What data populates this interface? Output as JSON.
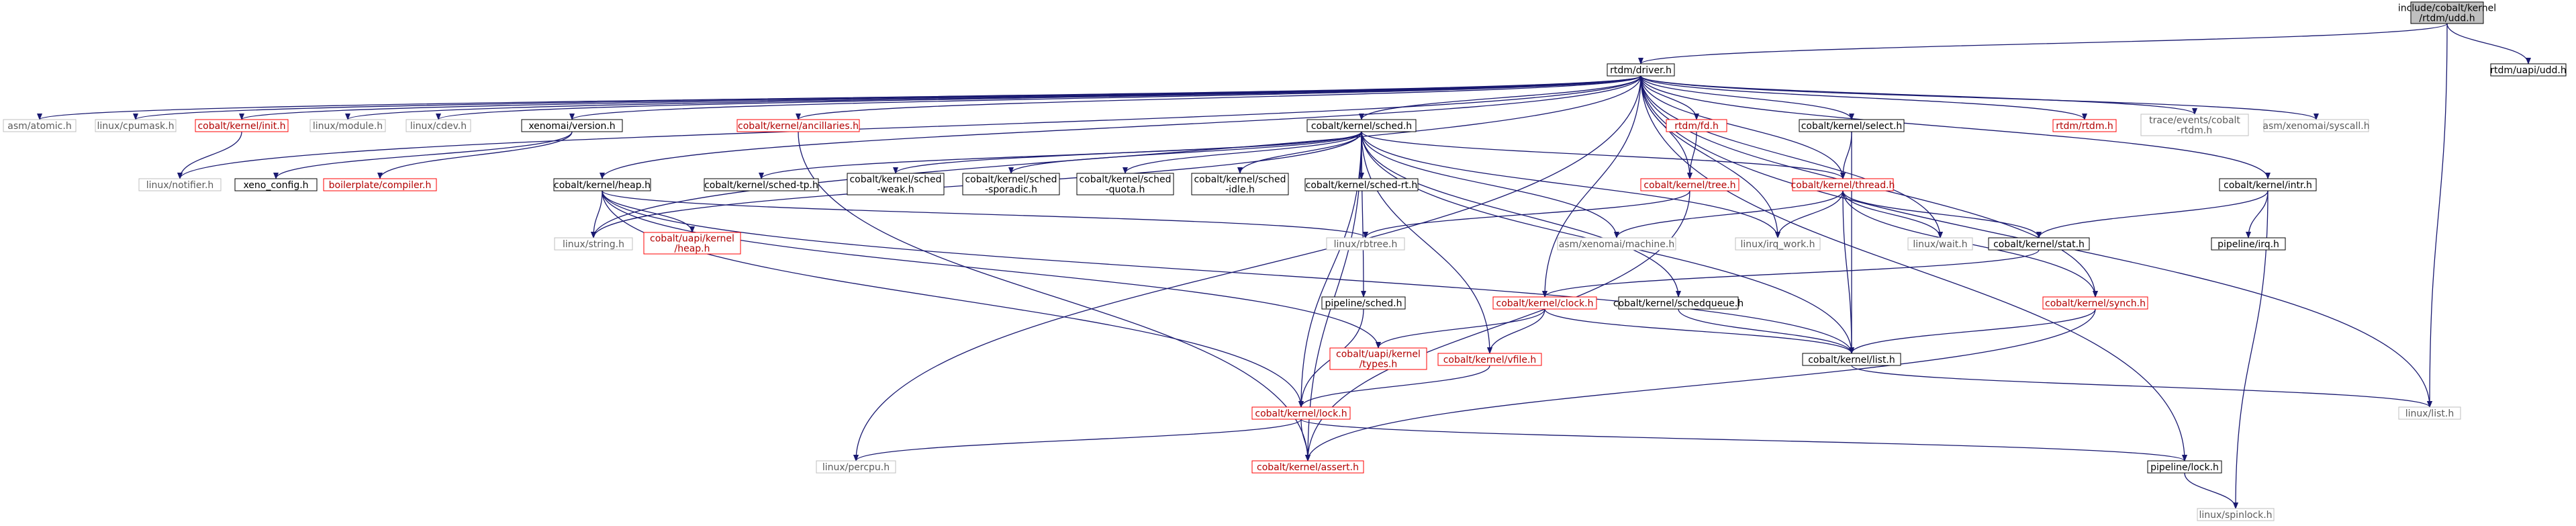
{
  "graph": {
    "root": "include/cobalt/kernel/rtdm/udd.h",
    "colors": {
      "edge": "#191970",
      "root_fill": "#bfbfbf",
      "node_border": "#000000",
      "missing_border": "#bfbfbf",
      "truncated_border": "#ff0000"
    },
    "nodes": [
      {
        "id": "udd",
        "lines": [
          "include/cobalt/kernel",
          "/rtdm/udd.h"
        ],
        "style": "root"
      },
      {
        "id": "driver",
        "lines": [
          "rtdm/driver.h"
        ],
        "style": "normal"
      },
      {
        "id": "uapi_udd",
        "lines": [
          "rtdm/uapi/udd.h"
        ],
        "style": "normal"
      },
      {
        "id": "asm_atomic",
        "lines": [
          "asm/atomic.h"
        ],
        "style": "missing"
      },
      {
        "id": "cpumask",
        "lines": [
          "linux/cpumask.h"
        ],
        "style": "missing"
      },
      {
        "id": "init",
        "lines": [
          "cobalt/kernel/init.h"
        ],
        "style": "truncated"
      },
      {
        "id": "module",
        "lines": [
          "linux/module.h"
        ],
        "style": "missing"
      },
      {
        "id": "cdev",
        "lines": [
          "linux/cdev.h"
        ],
        "style": "missing"
      },
      {
        "id": "version",
        "lines": [
          "xenomai/version.h"
        ],
        "style": "normal"
      },
      {
        "id": "ancillaries",
        "lines": [
          "cobalt/kernel/ancillaries.h"
        ],
        "style": "truncated"
      },
      {
        "id": "sched",
        "lines": [
          "cobalt/kernel/sched.h"
        ],
        "style": "normal"
      },
      {
        "id": "fd",
        "lines": [
          "rtdm/fd.h"
        ],
        "style": "truncated"
      },
      {
        "id": "select",
        "lines": [
          "cobalt/kernel/select.h"
        ],
        "style": "normal"
      },
      {
        "id": "rtdm",
        "lines": [
          "rtdm/rtdm.h"
        ],
        "style": "truncated"
      },
      {
        "id": "trace",
        "lines": [
          "trace/events/cobalt",
          "-rtdm.h"
        ],
        "style": "missing"
      },
      {
        "id": "syscall",
        "lines": [
          "asm/xenomai/syscall.h"
        ],
        "style": "missing"
      },
      {
        "id": "notifier",
        "lines": [
          "linux/notifier.h"
        ],
        "style": "missing"
      },
      {
        "id": "xeno_config",
        "lines": [
          "xeno_config.h"
        ],
        "style": "normal"
      },
      {
        "id": "compiler",
        "lines": [
          "boilerplate/compiler.h"
        ],
        "style": "truncated"
      },
      {
        "id": "heap",
        "lines": [
          "cobalt/kernel/heap.h"
        ],
        "style": "normal"
      },
      {
        "id": "sched_tp",
        "lines": [
          "cobalt/kernel/sched-tp.h"
        ],
        "style": "normal"
      },
      {
        "id": "sched_weak",
        "lines": [
          "cobalt/kernel/sched",
          "-weak.h"
        ],
        "style": "normal"
      },
      {
        "id": "sched_sporadic",
        "lines": [
          "cobalt/kernel/sched",
          "-sporadic.h"
        ],
        "style": "normal"
      },
      {
        "id": "sched_quota",
        "lines": [
          "cobalt/kernel/sched",
          "-quota.h"
        ],
        "style": "normal"
      },
      {
        "id": "sched_idle",
        "lines": [
          "cobalt/kernel/sched",
          "-idle.h"
        ],
        "style": "normal"
      },
      {
        "id": "sched_rt",
        "lines": [
          "cobalt/kernel/sched-rt.h"
        ],
        "style": "normal"
      },
      {
        "id": "tree",
        "lines": [
          "cobalt/kernel/tree.h"
        ],
        "style": "truncated"
      },
      {
        "id": "thread",
        "lines": [
          "cobalt/kernel/thread.h"
        ],
        "style": "truncated"
      },
      {
        "id": "intr",
        "lines": [
          "cobalt/kernel/intr.h"
        ],
        "style": "normal"
      },
      {
        "id": "string",
        "lines": [
          "linux/string.h"
        ],
        "style": "missing"
      },
      {
        "id": "uapi_heap",
        "lines": [
          "cobalt/uapi/kernel",
          "/heap.h"
        ],
        "style": "truncated"
      },
      {
        "id": "rbtree",
        "lines": [
          "linux/rbtree.h"
        ],
        "style": "missing"
      },
      {
        "id": "machine",
        "lines": [
          "asm/xenomai/machine.h"
        ],
        "style": "missing"
      },
      {
        "id": "irq_work",
        "lines": [
          "linux/irq_work.h"
        ],
        "style": "missing"
      },
      {
        "id": "wait",
        "lines": [
          "linux/wait.h"
        ],
        "style": "missing"
      },
      {
        "id": "stat",
        "lines": [
          "cobalt/kernel/stat.h"
        ],
        "style": "normal"
      },
      {
        "id": "pipeline_irq",
        "lines": [
          "pipeline/irq.h"
        ],
        "style": "normal"
      },
      {
        "id": "pipeline_sched",
        "lines": [
          "pipeline/sched.h"
        ],
        "style": "normal"
      },
      {
        "id": "clock",
        "lines": [
          "cobalt/kernel/clock.h"
        ],
        "style": "truncated"
      },
      {
        "id": "schedqueue",
        "lines": [
          "cobalt/kernel/schedqueue.h"
        ],
        "style": "normal"
      },
      {
        "id": "synch",
        "lines": [
          "cobalt/kernel/synch.h"
        ],
        "style": "truncated"
      },
      {
        "id": "uapi_types",
        "lines": [
          "cobalt/uapi/kernel",
          "/types.h"
        ],
        "style": "truncated"
      },
      {
        "id": "vfile",
        "lines": [
          "cobalt/kernel/vfile.h"
        ],
        "style": "truncated"
      },
      {
        "id": "list",
        "lines": [
          "cobalt/kernel/list.h"
        ],
        "style": "normal"
      },
      {
        "id": "linux_list",
        "lines": [
          "linux/list.h"
        ],
        "style": "missing"
      },
      {
        "id": "lock",
        "lines": [
          "cobalt/kernel/lock.h"
        ],
        "style": "truncated"
      },
      {
        "id": "percpu",
        "lines": [
          "linux/percpu.h"
        ],
        "style": "missing"
      },
      {
        "id": "assert",
        "lines": [
          "cobalt/kernel/assert.h"
        ],
        "style": "truncated"
      },
      {
        "id": "pipeline_lock",
        "lines": [
          "pipeline/lock.h"
        ],
        "style": "normal"
      },
      {
        "id": "spinlock",
        "lines": [
          "linux/spinlock.h"
        ],
        "style": "missing"
      }
    ],
    "edges": [
      [
        "udd",
        "driver"
      ],
      [
        "udd",
        "uapi_udd"
      ],
      [
        "udd",
        "linux_list"
      ],
      [
        "driver",
        "asm_atomic"
      ],
      [
        "driver",
        "cpumask"
      ],
      [
        "driver",
        "init"
      ],
      [
        "driver",
        "module"
      ],
      [
        "driver",
        "cdev"
      ],
      [
        "driver",
        "version"
      ],
      [
        "driver",
        "ancillaries"
      ],
      [
        "driver",
        "sched"
      ],
      [
        "driver",
        "fd"
      ],
      [
        "driver",
        "select"
      ],
      [
        "driver",
        "rtdm"
      ],
      [
        "driver",
        "trace"
      ],
      [
        "driver",
        "syscall"
      ],
      [
        "driver",
        "notifier"
      ],
      [
        "driver",
        "heap"
      ],
      [
        "driver",
        "tree"
      ],
      [
        "driver",
        "thread"
      ],
      [
        "driver",
        "intr"
      ],
      [
        "driver",
        "string"
      ],
      [
        "driver",
        "irq_work"
      ],
      [
        "driver",
        "wait"
      ],
      [
        "driver",
        "clock"
      ],
      [
        "driver",
        "synch"
      ],
      [
        "driver",
        "linux_list"
      ],
      [
        "driver",
        "pipeline_lock"
      ],
      [
        "driver",
        "percpu"
      ],
      [
        "init",
        "notifier"
      ],
      [
        "version",
        "xeno_config"
      ],
      [
        "version",
        "compiler"
      ],
      [
        "ancillaries",
        "assert"
      ],
      [
        "sched",
        "sched_tp"
      ],
      [
        "sched",
        "sched_weak"
      ],
      [
        "sched",
        "sched_sporadic"
      ],
      [
        "sched",
        "sched_quota"
      ],
      [
        "sched",
        "sched_idle"
      ],
      [
        "sched",
        "sched_rt"
      ],
      [
        "sched",
        "thread"
      ],
      [
        "sched",
        "machine"
      ],
      [
        "sched",
        "irq_work"
      ],
      [
        "sched",
        "pipeline_sched"
      ],
      [
        "sched",
        "schedqueue"
      ],
      [
        "sched",
        "vfile"
      ],
      [
        "sched",
        "lock"
      ],
      [
        "sched",
        "assert"
      ],
      [
        "sched",
        "list"
      ],
      [
        "sched",
        "string"
      ],
      [
        "fd",
        "tree"
      ],
      [
        "select",
        "thread"
      ],
      [
        "select",
        "list"
      ],
      [
        "heap",
        "string"
      ],
      [
        "heap",
        "uapi_heap"
      ],
      [
        "heap",
        "rbtree"
      ],
      [
        "heap",
        "lock"
      ],
      [
        "heap",
        "uapi_types"
      ],
      [
        "heap",
        "list"
      ],
      [
        "tree",
        "rbtree"
      ],
      [
        "tree",
        "assert"
      ],
      [
        "thread",
        "machine"
      ],
      [
        "thread",
        "irq_work"
      ],
      [
        "thread",
        "wait"
      ],
      [
        "thread",
        "stat"
      ],
      [
        "thread",
        "synch"
      ],
      [
        "thread",
        "list"
      ],
      [
        "intr",
        "stat"
      ],
      [
        "intr",
        "pipeline_irq"
      ],
      [
        "intr",
        "spinlock"
      ],
      [
        "stat",
        "clock"
      ],
      [
        "pipeline_sched",
        "lock"
      ],
      [
        "clock",
        "uapi_types"
      ],
      [
        "clock",
        "vfile"
      ],
      [
        "clock",
        "list"
      ],
      [
        "schedqueue",
        "list"
      ],
      [
        "synch",
        "list"
      ],
      [
        "synch",
        "assert"
      ],
      [
        "vfile",
        "lock"
      ],
      [
        "list",
        "linux_list"
      ],
      [
        "lock",
        "percpu"
      ],
      [
        "lock",
        "assert"
      ],
      [
        "lock",
        "pipeline_lock"
      ],
      [
        "pipeline_lock",
        "spinlock"
      ]
    ]
  }
}
